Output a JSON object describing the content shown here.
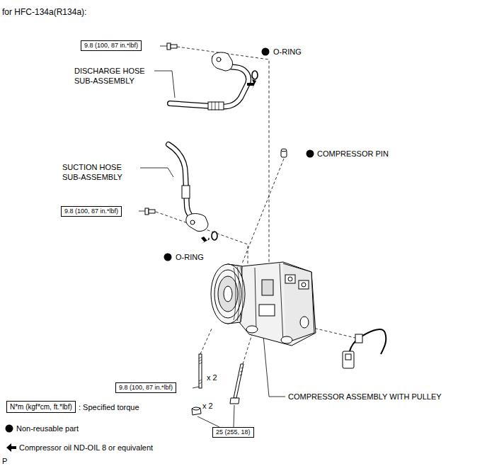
{
  "diagram": {
    "title": "for HFC-134a(R134a):",
    "nodes": [
      {
        "text": [
          "9.8 (100, 87 in.*lbf)"
        ]
      },
      {
        "text": [
          "9.8 (100, 87 in.*lbf)"
        ]
      },
      {
        "text": [
          "9.8 (100, 87 in.*lbf)"
        ]
      },
      {
        "text": [
          "25 (255, 18)"
        ]
      },
      {
        "text": [
          "N*m (kgf*cm, ft.*lbf)"
        ]
      }
    ],
    "labels": [
      "DISCHARGE HOSE SUB-ASSEMBLY",
      "O-RING",
      "COMPRESSOR PIN",
      "SUCTION HOSE SUB-ASSEMBLY",
      "O-RING",
      "x 2",
      "COMPRESSOR ASSEMBLY WITH PULLEY",
      "x 2",
      "P"
    ],
    "legend": [
      {
        "text": ": Specified torque"
      },
      {
        "text": "Non-reusable part"
      },
      {
        "text": "Compressor oil ND-OIL 8 or equivalent"
      }
    ]
  }
}
